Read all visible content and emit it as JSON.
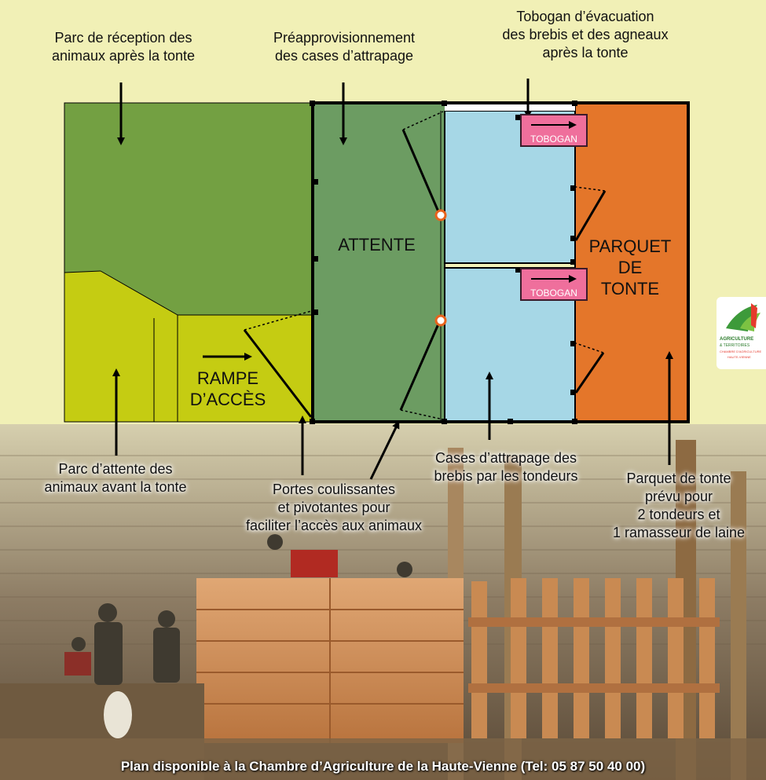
{
  "annotations": {
    "reception": [
      "Parc de réception des",
      "animaux après la tonte"
    ],
    "preappro": [
      "Préapprovisionnement",
      "des cases d’attrapage"
    ],
    "toboggan_note": [
      "Tobogan d’évacuation",
      "des brebis et des agneaux",
      "après la tonte"
    ],
    "attente_parc": [
      "Parc d’attente des",
      "animaux avant la tonte"
    ],
    "portes": [
      "Portes coulissantes",
      "et pivotantes pour",
      "faciliter l’accès aux animaux"
    ],
    "cases": [
      "Cases d’attrapage des",
      "brebis par les tondeurs"
    ],
    "parquet_note": [
      "Parquet de tonte",
      "prévu pour",
      "2 tondeurs et",
      "1 ramasseur de laine"
    ]
  },
  "zones": {
    "attente": "ATTENTE",
    "rampe": [
      "RAMPE",
      "D’ACCÈS"
    ],
    "parquet": [
      "PARQUET",
      "DE",
      "TONTE"
    ],
    "tobogan_label": "TOBOGAN"
  },
  "logo": {
    "line1": "AGRICULTURE",
    "line2": "& TERRITOIRES",
    "line3": "CHAMBRE D'AGRICULTURE",
    "line4": "HAUTE-VIENNE"
  },
  "footer": "Plan disponible à la Chambre d’Agriculture de la Haute-Vienne (Tel: 05 87 50 40 00)",
  "colors": {
    "reception_green": "#73a042",
    "waiting_yellow": "#c5cc12",
    "attente_green": "#6c9c62",
    "cases_blue": "#a6d7e6",
    "parquet_orange": "#e4762a",
    "tobogan_pink": "#ef6f9c",
    "door_orange": "#e8631c"
  }
}
